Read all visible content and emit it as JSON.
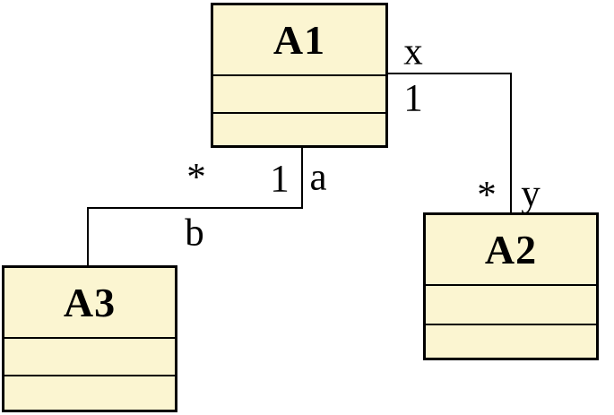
{
  "diagram": {
    "type": "uml_class_diagram",
    "colors": {
      "class_fill": "#FBF5D1",
      "line": "#000000",
      "background": "#FFFFFF"
    },
    "classes": [
      {
        "name": "A1",
        "attributes": [],
        "operations": []
      },
      {
        "name": "A2",
        "attributes": [],
        "operations": []
      },
      {
        "name": "A3",
        "attributes": [],
        "operations": []
      }
    ],
    "associations": [
      {
        "between": "A1-A2",
        "a1_end": {
          "role": "x",
          "multiplicity": "1"
        },
        "a2_end": {
          "role": "y",
          "multiplicity": "*"
        }
      },
      {
        "between": "A1-A3",
        "a1_end": {
          "role": "a",
          "multiplicity": "1"
        },
        "a3_end": {
          "role": "b",
          "multiplicity": "*"
        }
      }
    ]
  }
}
